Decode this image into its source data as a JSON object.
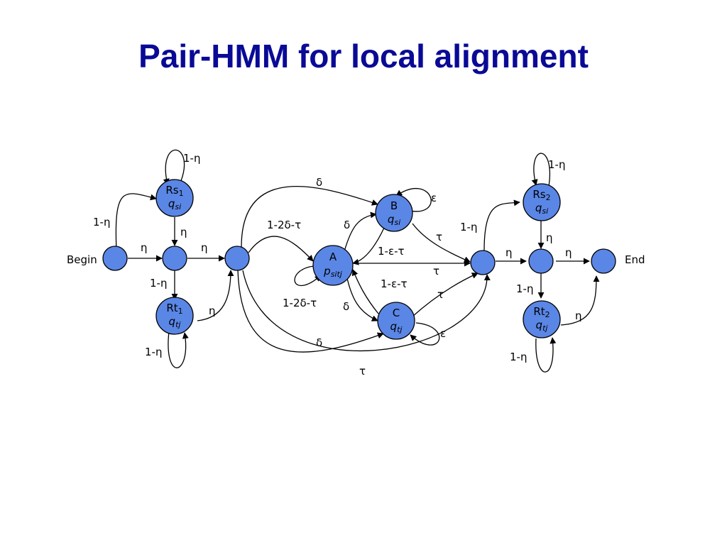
{
  "title": "Pair-HMM for local alignment",
  "colors": {
    "title": "#0a0a96",
    "node_fill": "#5a86e6",
    "stroke": "#000000"
  },
  "states": {
    "rs1": {
      "name": "Rs",
      "name_sub": "1",
      "emit": "q",
      "emit_sub": "si"
    },
    "rt1": {
      "name": "Rt",
      "name_sub": "1",
      "emit": "q",
      "emit_sub": "tj"
    },
    "a": {
      "name": "A",
      "emit": "p",
      "emit_sub": "sitj"
    },
    "b": {
      "name": "B",
      "emit": "q",
      "emit_sub": "si"
    },
    "c": {
      "name": "C",
      "emit": "q",
      "emit_sub": "tj"
    },
    "rs2": {
      "name": "Rs",
      "name_sub": "2",
      "emit": "q",
      "emit_sub": "si"
    },
    "rt2": {
      "name": "Rt",
      "name_sub": "2",
      "emit": "q",
      "emit_sub": "tj"
    }
  },
  "labels": {
    "begin": "Begin",
    "end": "End",
    "rs1_self": "1-η",
    "begin_rs1": "1-η",
    "begin_m1": "η",
    "rs1_m1": "η",
    "m1_rt1": "1-η",
    "m1_m2": "η",
    "rt1_m2": "η",
    "rt1_self": "1-η",
    "m2_b": "δ",
    "m2_a": "1-2δ-τ",
    "m2_c": "δ",
    "m2_m3": "τ",
    "b_self": "ε",
    "a_b": "δ",
    "b_a": "1-ε-τ",
    "b_m3": "τ",
    "a_m3": "τ",
    "a_self": "1-2δ-τ",
    "a_c": "δ",
    "c_a": "1-ε-τ",
    "c_m3": "τ",
    "c_self": "ε",
    "m3_rs2": "1-η",
    "rs2_self": "1-η",
    "rs2_m4": "η",
    "m3_m4": "η",
    "m4_end": "η",
    "m4_rt2": "1-η",
    "rt2_end": "η",
    "rt2_self": "1-η"
  }
}
